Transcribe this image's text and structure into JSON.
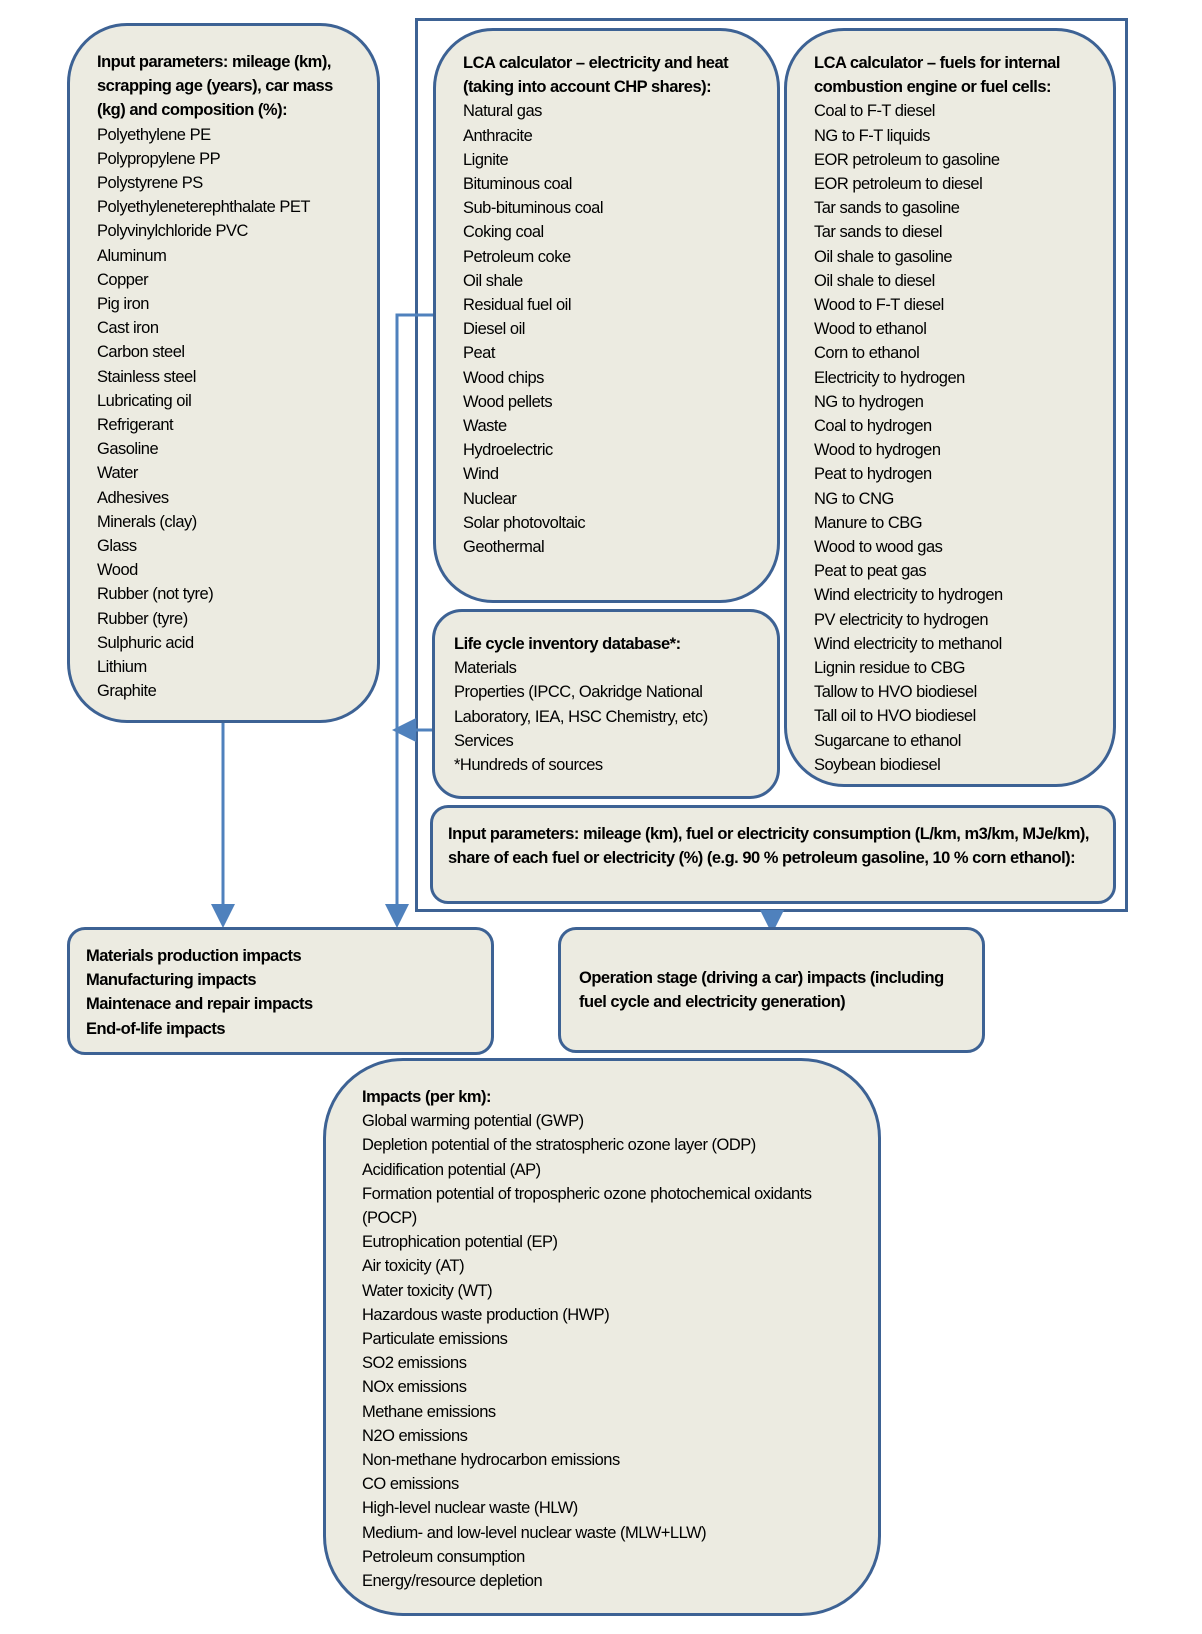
{
  "vehicle_inputs": {
    "title": "Input parameters: mileage (km), scrapping age (years), car mass (kg) and composition (%):",
    "items": [
      "Polyethylene PE",
      "Polypropylene PP",
      "Polystyrene PS",
      "Polyethyleneterephthalate PET",
      "Polyvinylchloride PVC",
      "Aluminum",
      "Copper",
      "Pig iron",
      "Cast iron",
      "Carbon steel",
      "Stainless steel",
      "Lubricating oil",
      "Refrigerant",
      "Gasoline",
      "Water",
      "Adhesives",
      "Minerals (clay)",
      "Glass",
      "Wood",
      "Rubber (not tyre)",
      "Rubber (tyre)",
      "Sulphuric acid",
      "Lithium",
      "Graphite"
    ]
  },
  "electricity_calculator": {
    "title": "LCA calculator – electricity and heat (taking into account CHP shares):",
    "items": [
      "Natural gas",
      "Anthracite",
      "Lignite",
      "Bituminous coal",
      "Sub-bituminous coal",
      "Coking coal",
      "Petroleum coke",
      "Oil shale",
      "Residual fuel oil",
      "Diesel oil",
      "Peat",
      "Wood chips",
      "Wood pellets",
      "Waste",
      "Hydroelectric",
      "Wind",
      "Nuclear",
      "Solar photovoltaic",
      "Geothermal"
    ]
  },
  "fuels_calculator": {
    "title": "LCA calculator – fuels for internal combustion engine or fuel cells:",
    "items": [
      "Coal to F-T diesel",
      "NG to F-T liquids",
      "EOR petroleum to gasoline",
      "EOR petroleum to diesel",
      "Tar sands to gasoline",
      "Tar sands to diesel",
      "Oil shale to gasoline",
      "Oil shale to diesel",
      "Wood to F-T diesel",
      "Wood to ethanol",
      "Corn to ethanol",
      "Electricity to hydrogen",
      "NG to hydrogen",
      "Coal to hydrogen",
      "Wood to hydrogen",
      "Peat to hydrogen",
      "NG to CNG",
      "Manure to CBG",
      "Wood to wood gas",
      "Peat to peat gas",
      "Wind electricity to hydrogen",
      "PV electricity to hydrogen",
      "Wind electricity to methanol",
      "Lignin residue to CBG",
      "Tallow to HVO biodiesel",
      "Tall oil to HVO biodiesel",
      "Sugarcane to ethanol",
      "Soybean biodiesel"
    ]
  },
  "lci_database": {
    "title": "Life cycle inventory database*:",
    "items": [
      "Materials",
      "Properties (IPCC, Oakridge National Laboratory, IEA, HSC Chemistry, etc)",
      "Services",
      "*Hundreds of sources"
    ]
  },
  "operation_inputs": {
    "title": "Input parameters: mileage (km), fuel or electricity consumption (L/km, m3/km, MJe/km), share of each fuel or electricity (%) (e.g. 90 % petroleum gasoline, 10 % corn ethanol):"
  },
  "production_impacts": {
    "items": [
      "Materials production impacts",
      "Manufacturing impacts",
      "Maintenace and repair impacts",
      "End-of-life impacts"
    ]
  },
  "operation_impacts": {
    "title": "Operation stage (driving a car) impacts (including fuel cycle and electricity generation)"
  },
  "impacts": {
    "title": "Impacts (per km):",
    "items": [
      "Global warming potential (GWP)",
      "Depletion potential of the stratospheric ozone layer (ODP)",
      "Acidification potential (AP)",
      "Formation potential of tropospheric ozone photochemical oxidants (POCP)",
      "Eutrophication potential (EP)",
      "Air toxicity (AT)",
      "Water toxicity (WT)",
      "Hazardous waste production (HWP)",
      "Particulate emissions",
      "SO2 emissions",
      "NOx emissions",
      "Methane emissions",
      "N2O emissions",
      "Non-methane hydrocarbon emissions",
      "CO emissions",
      "High-level nuclear waste (HLW)",
      "Medium- and low-level nuclear waste (MLW+LLW)",
      "Petroleum consumption",
      "Energy/resource depletion"
    ]
  },
  "colors": {
    "fill": "#ecebe1",
    "stroke": "#3d6294",
    "arrow": "#4f81bd"
  }
}
